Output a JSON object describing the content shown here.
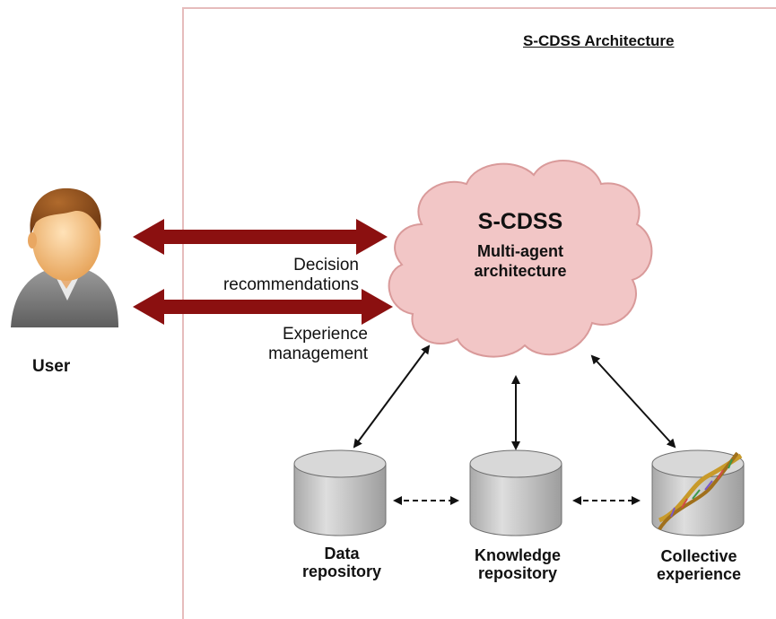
{
  "diagram": {
    "architecture_title": "S-CDSS Architecture",
    "user": {
      "label": "User"
    },
    "messages": {
      "decision": [
        "Decision",
        "recommendations"
      ],
      "experience": [
        "Experience",
        "management"
      ]
    },
    "cloud": {
      "title": "S-CDSS",
      "subtitle": [
        "Multi-agent",
        "architecture"
      ]
    },
    "repositories": [
      {
        "label": [
          "Data",
          "repository"
        ]
      },
      {
        "label": [
          "Knowledge",
          "repository"
        ]
      },
      {
        "label": [
          "Collective",
          "experience"
        ]
      }
    ],
    "colors": {
      "frame_border": "#e6bcbc",
      "big_arrow": "#8b1010",
      "cloud_fill": "#f2c6c6",
      "cloud_stroke": "#d99a9a",
      "cylinder": "#c9c9c9"
    },
    "icons": [
      "user-avatar-icon",
      "dna-helix-icon"
    ]
  }
}
